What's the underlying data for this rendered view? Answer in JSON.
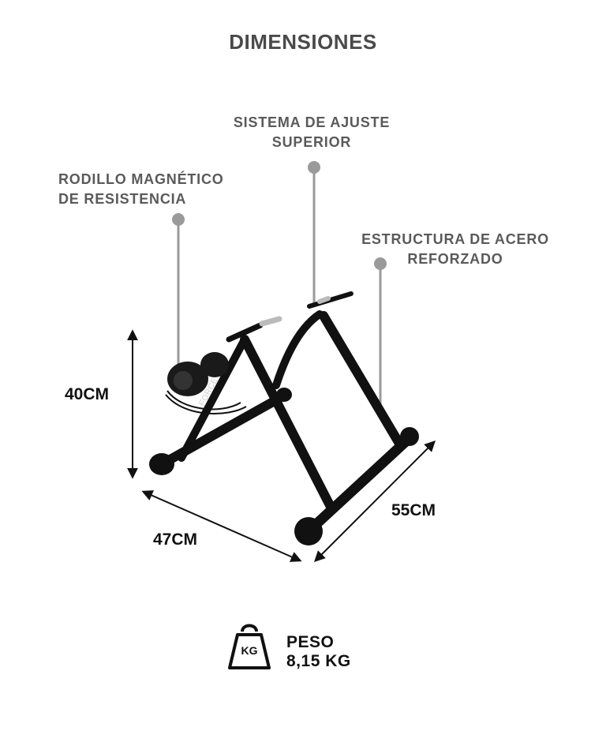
{
  "title": "DIMENSIONES",
  "callouts": {
    "roller": [
      "RODILLO MAGNÉTICO",
      "DE RESISTENCIA"
    ],
    "adjust": [
      "SISTEMA DE AJUSTE",
      "SUPERIOR"
    ],
    "frame": [
      "ESTRUCTURA DE ACERO",
      "REFORZADO"
    ]
  },
  "dimensions": {
    "height": "40CM",
    "width": "47CM",
    "depth": "55CM"
  },
  "weight": {
    "label": "PESO",
    "value": "8,15 KG",
    "icon_text": "KG",
    "icon": "kettlebell-weight-icon"
  },
  "product_logo": "FORCE",
  "colors": {
    "callout_text": "#5a5a5a",
    "callout_line": "#9a9a9a",
    "frame": "#111111"
  }
}
